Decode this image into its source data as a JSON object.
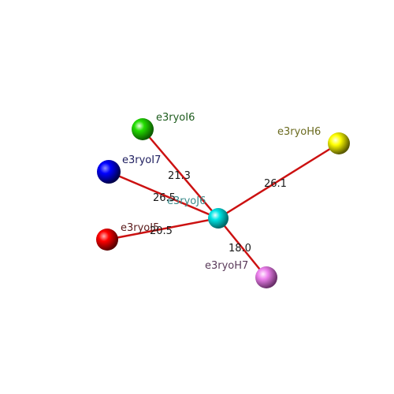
{
  "center": {
    "label": "e3ryoJ6",
    "color": "#00e5e5",
    "label_color": "#3a8a8a"
  },
  "nodes": [
    {
      "id": "g",
      "label": "e3ryoI6",
      "color": "#22dd00",
      "label_color": "#1e5c1e",
      "distance": "21.3"
    },
    {
      "id": "b",
      "label": "e3ryoI7",
      "color": "#0000ff",
      "label_color": "#202060",
      "distance": "26.5"
    },
    {
      "id": "r",
      "label": "e3ryoI5",
      "color": "#ff0000",
      "label_color": "#5a1a1a",
      "distance": "20.5"
    },
    {
      "id": "y",
      "label": "e3ryoH6",
      "color": "#ffff00",
      "label_color": "#6b6b20",
      "distance": "26.1"
    },
    {
      "id": "m",
      "label": "e3ryoH7",
      "color": "#ee82ee",
      "label_color": "#5a3a5a",
      "distance": "18.0"
    }
  ],
  "bond_color": "#cc1111"
}
